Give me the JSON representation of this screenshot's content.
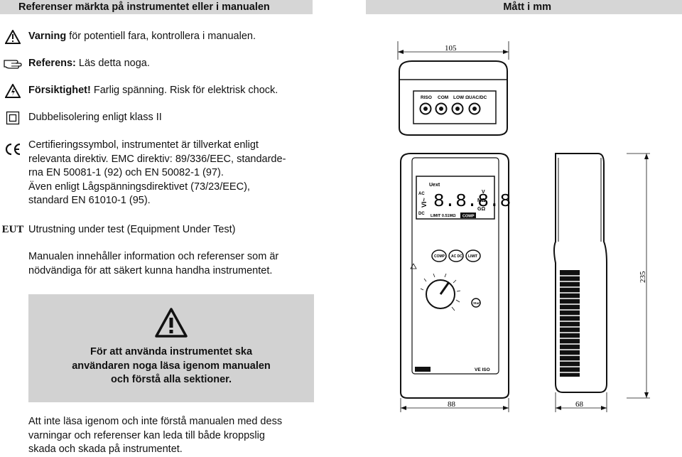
{
  "header": {
    "left_title": "Referenser märkta på instrumentet eller i manualen",
    "right_title": "Mått i mm"
  },
  "symbols": [
    {
      "icon": "warning-triangle-icon",
      "bold": "Varning",
      "text": " för potentiell fara, kontrollera i manualen."
    },
    {
      "icon": "pointing-hand-icon",
      "bold": "Referens:",
      "text": " Läs detta noga."
    },
    {
      "icon": "electric-shock-icon",
      "bold": "Försiktighet!",
      "text": " Farlig spänning. Risk för elektrisk chock."
    },
    {
      "icon": "double-insulation-icon",
      "bold": "",
      "text": "Dubbelisolering enligt klass II"
    },
    {
      "icon": "ce-mark-icon",
      "bold": "",
      "lines": [
        "Certifieringssymbol, instrumentet är tillverkat enligt",
        "relevanta direktiv. EMC direktiv: 89/336/EEC, standarde-",
        "rna EN 50081-1 (92) och EN 50082-1 (97).",
        "Även enligt Lågspänningsdirektivet (73/23/EEC),",
        "standard EN 61010-1 (95)."
      ]
    },
    {
      "icon": "eut-icon",
      "icon_text": "EUT",
      "bold": "",
      "text": "Utrustning under test (Equipment Under Test)"
    }
  ],
  "manual_note": {
    "lines": [
      "Manualen innehåller information och referenser som är",
      "nödvändiga för att säkert kunna handha instrumentet."
    ]
  },
  "warning_box": {
    "icon": "warning-triangle-icon",
    "lines": [
      "För att använda instrumentet ska",
      "användaren noga läsa igenom manualen",
      "och förstå alla sektioner."
    ]
  },
  "footer_note": {
    "lines": [
      "Att inte läsa igenom och inte förstå manualen med dess",
      "varningar och referenser kan leda till både kroppslig",
      "skada och skada på instrumentet."
    ]
  },
  "drawing": {
    "dim_top_width": "105",
    "dim_height": "235",
    "dim_front_width": "88",
    "dim_side_depth": "68",
    "terminals": [
      "RISO",
      "COM",
      "LOW Ω",
      "UAC/DC"
    ],
    "display": {
      "uext": "Uext",
      "digits": "8.8.8.8",
      "unit_v": "V",
      "unit_mohm": "MΩ",
      "unit_gohm": "GΩ",
      "ac": "AC",
      "dc": "DC",
      "limit": "LIMIT 0.51MΩ",
      "comp": "COMP",
      "mode": "VI~"
    },
    "buttons": [
      "COMP",
      "AC DC",
      "LIMIT"
    ],
    "start_button": "Start",
    "model": "VE ISO"
  }
}
